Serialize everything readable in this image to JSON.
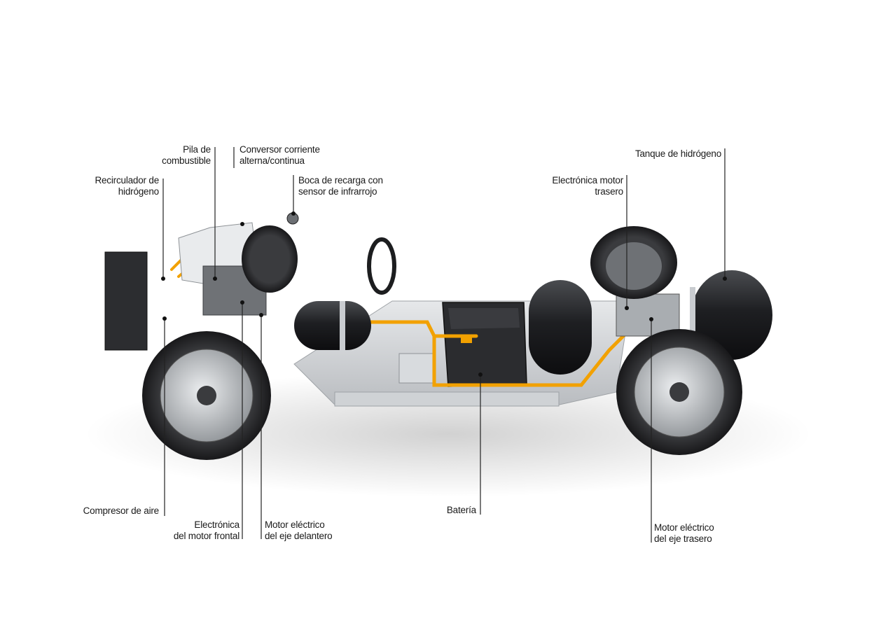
{
  "labels": {
    "pila": [
      "Pila de",
      "combustible"
    ],
    "conversor": [
      "Conversor corriente",
      "alterna/continua"
    ],
    "recirculador": [
      "Recirculador de",
      "hidrógeno"
    ],
    "boca": [
      "Boca de recarga con",
      "sensor de infrarrojo"
    ],
    "tanque": [
      "Tanque de hidrógeno"
    ],
    "electronica_trasero": [
      "Electrónica motor",
      "trasero"
    ],
    "compresor": [
      "Compresor de aire"
    ],
    "electronica_frontal": [
      "Electrónica",
      "del motor frontal"
    ],
    "motor_delantero": [
      "Motor eléctrico",
      "del eje delantero"
    ],
    "bateria": [
      "Batería"
    ],
    "motor_trasero": [
      "Motor eléctrico",
      "del eje trasero"
    ]
  },
  "colors": {
    "text": "#1a1a1a",
    "leader": "#222222",
    "chassis": "#c9ccd0",
    "tire": "#2a2a2d",
    "rim": "#b9bcc0",
    "tank": "#1f2023",
    "battery": "#2b2c2f",
    "cable": "#f2a100"
  }
}
